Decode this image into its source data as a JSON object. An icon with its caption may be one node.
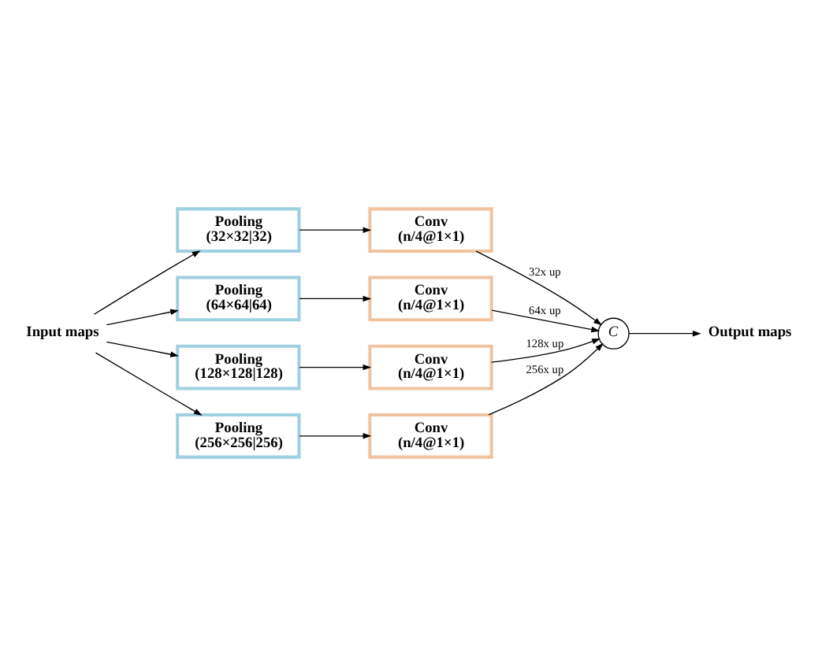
{
  "diagram": {
    "nodes": [
      {
        "text": [
          "Input maps"
        ]
      },
      {
        "text": [
          "Output maps"
        ]
      },
      {
        "text": [
          "C"
        ]
      },
      {
        "text": [
          "Pooling",
          "(32×32|32)"
        ]
      },
      {
        "text": [
          "Conv",
          "(n/4@1×1)"
        ]
      },
      {
        "text": [
          "Pooling",
          "(64×64|64)"
        ]
      },
      {
        "text": [
          "Conv",
          "(n/4@1×1)"
        ]
      },
      {
        "text": [
          "Pooling",
          "(128×128|128)"
        ]
      },
      {
        "text": [
          "Conv",
          "(n/4@1×1)"
        ]
      },
      {
        "text": [
          "Pooling",
          "(256×256|256)"
        ]
      },
      {
        "text": [
          "Conv",
          "(n/4@1×1)"
        ]
      }
    ],
    "edges": [
      {
        "from": 0,
        "to": 3,
        "arrow": "to"
      },
      {
        "from": 0,
        "to": 5,
        "arrow": "to"
      },
      {
        "from": 0,
        "to": 7,
        "arrow": "to"
      },
      {
        "from": 0,
        "to": 9,
        "arrow": "to"
      },
      {
        "from": 3,
        "to": 4,
        "arrow": "to"
      },
      {
        "from": 5,
        "to": 6,
        "arrow": "to"
      },
      {
        "from": 7,
        "to": 8,
        "arrow": "to"
      },
      {
        "from": 9,
        "to": 10,
        "arrow": "to"
      },
      {
        "from": 4,
        "to": 2,
        "arrow": "to",
        "label": "32x up"
      },
      {
        "from": 6,
        "to": 2,
        "arrow": "to",
        "label": "64x up"
      },
      {
        "from": 8,
        "to": 2,
        "arrow": "to",
        "label": "128x up"
      },
      {
        "from": 10,
        "to": 2,
        "arrow": "to",
        "label": "256x up"
      },
      {
        "from": 2,
        "to": 1,
        "arrow": "to"
      }
    ]
  }
}
